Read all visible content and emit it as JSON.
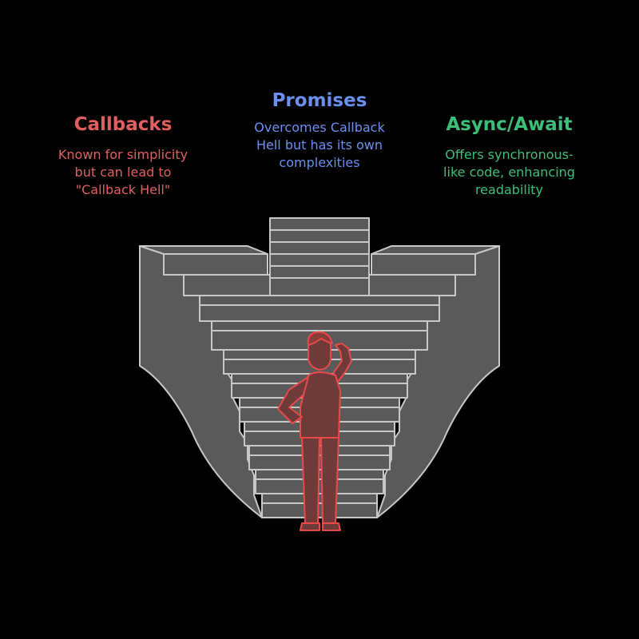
{
  "colors": {
    "callbacks": "#e06060",
    "promises": "#6a8ff0",
    "async": "#3dbf7a",
    "stairs_fill": "#5a5a5a",
    "stairs_stroke": "#c8c8c8",
    "figure": "#e84a4a"
  },
  "callbacks": {
    "title": "Callbacks",
    "lines": [
      "Known for simplicity",
      "but can lead to",
      "\"Callback Hell\""
    ]
  },
  "promises": {
    "title": "Promises",
    "lines": [
      "Overcomes Callback",
      "Hell but has its own",
      "complexities"
    ]
  },
  "async": {
    "title": "Async/Await",
    "lines": [
      "Offers synchronous-",
      "like code, enhancing",
      "readability"
    ]
  },
  "illustration": {
    "subject": "person-scratching-head-icon",
    "scene": "staircase-icon"
  }
}
